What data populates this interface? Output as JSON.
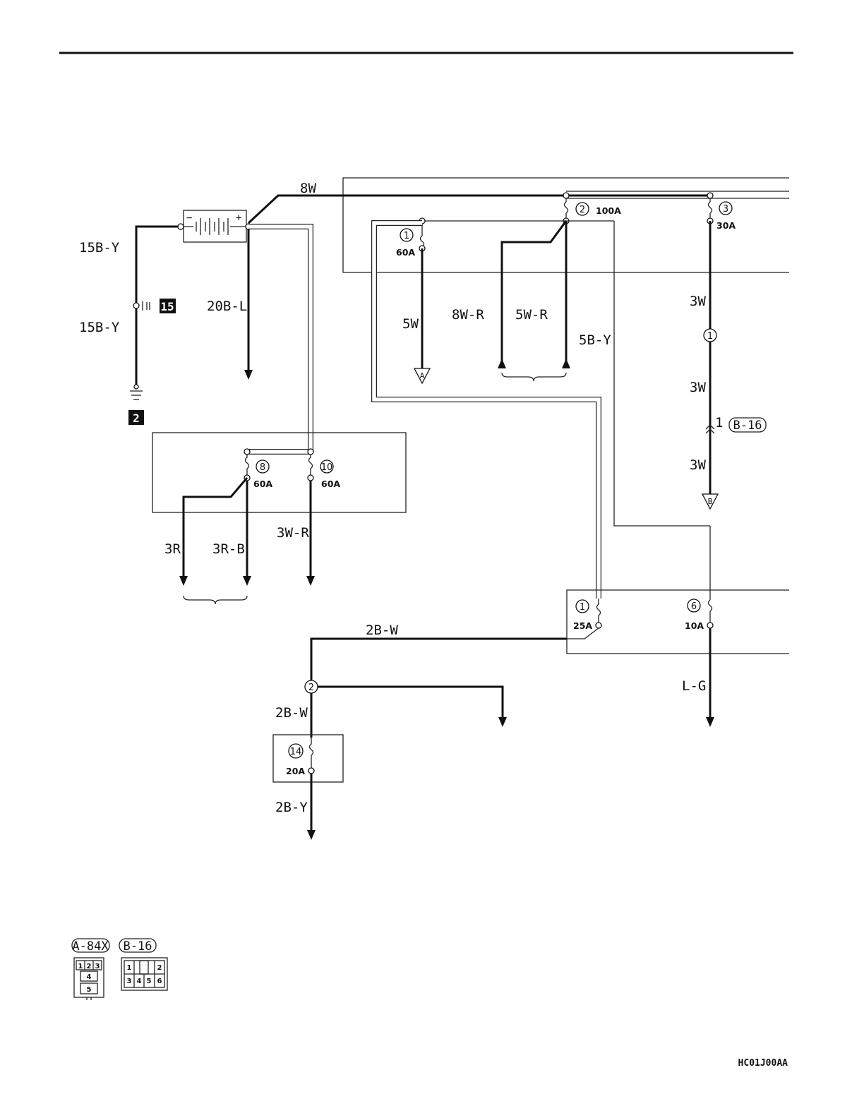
{
  "wires": {
    "battery_to_block": "8W",
    "battery_neg_upper": "15B-Y",
    "battery_neg_lower": "15B-Y",
    "battery_pos_down": "20B-L",
    "fuse1_out": "5W",
    "between_1": "8W-R",
    "fuse2_out": "5W-R",
    "fuse2_side": "5B-Y",
    "fuse3_out_a": "3W",
    "fuse3_out_b": "3W",
    "fuse3_out_c": "3W",
    "fuse8_out_a": "3R",
    "fuse8_out_b": "3R-B",
    "fuse10_out": "3W-R",
    "fuse1b_out": "2B-W",
    "junction_down": "2B-W",
    "fuse14_out": "2B-Y",
    "fuse6_out": "L-G"
  },
  "fuses": {
    "f1": {
      "num": "1",
      "amp": "60A"
    },
    "f2": {
      "num": "2",
      "amp": "100A"
    },
    "f3": {
      "num": "3",
      "amp": "30A"
    },
    "f8": {
      "num": "8",
      "amp": "60A"
    },
    "f10": {
      "num": "10",
      "amp": "60A"
    },
    "f1b": {
      "num": "1",
      "amp": "25A"
    },
    "f6": {
      "num": "6",
      "amp": "10A"
    },
    "f14": {
      "num": "14",
      "amp": "20A"
    }
  },
  "markers": {
    "ground_badge": "2",
    "splice_badge": "15",
    "ground_arrow_a": "A",
    "ground_arrow_b": "B",
    "inline_pin_1": "1",
    "junction_2": "2",
    "connector_pin_label": "1",
    "connector_ref": "B-16"
  },
  "connectors": [
    {
      "name": "A-84X",
      "pins": [
        "1",
        "2",
        "3",
        "4",
        "5"
      ]
    },
    {
      "name": "B-16",
      "pins": [
        "1",
        "2",
        "3",
        "4",
        "5",
        "6"
      ]
    }
  ],
  "figure_code": "HC01J00AA"
}
